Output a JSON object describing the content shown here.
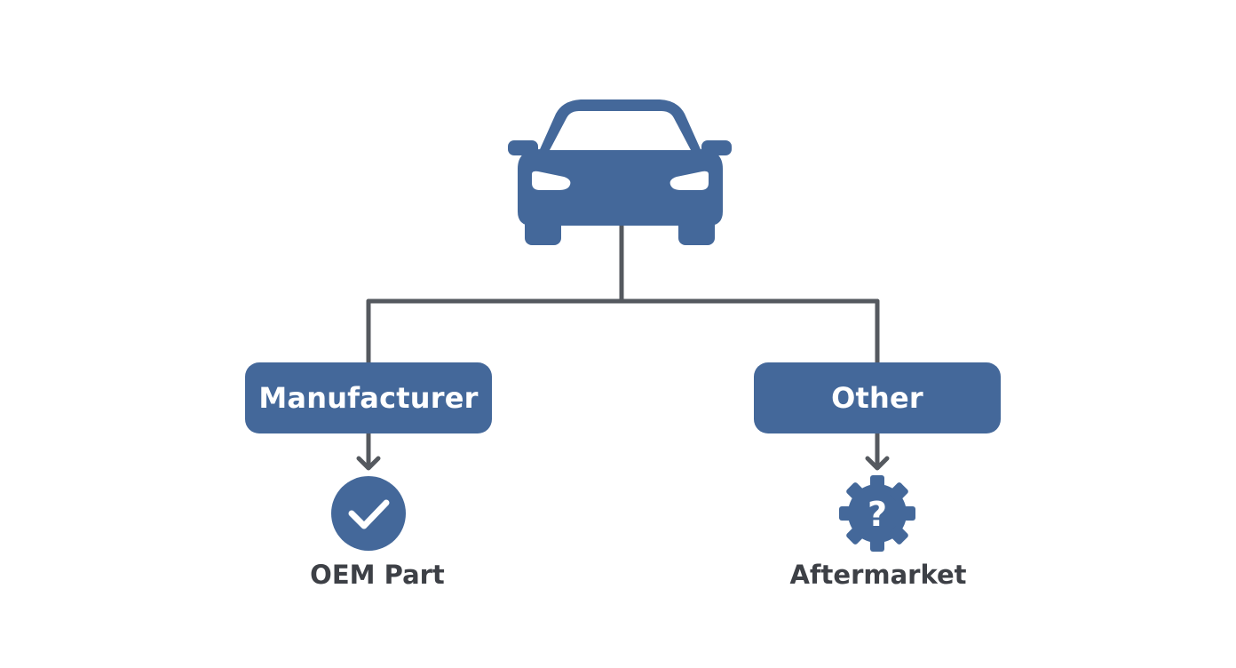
{
  "colors": {
    "primary": "#44689a",
    "connector": "#55595f",
    "label_text": "#3d4046",
    "background": "#ffffff"
  },
  "root": {
    "icon": "car-icon"
  },
  "branches": [
    {
      "label": "Manufacturer",
      "outcome_icon": "checkmark-circle-icon",
      "outcome_label": "OEM Part"
    },
    {
      "label": "Other",
      "outcome_icon": "question-gear-icon",
      "outcome_label": "Aftermarket"
    }
  ]
}
